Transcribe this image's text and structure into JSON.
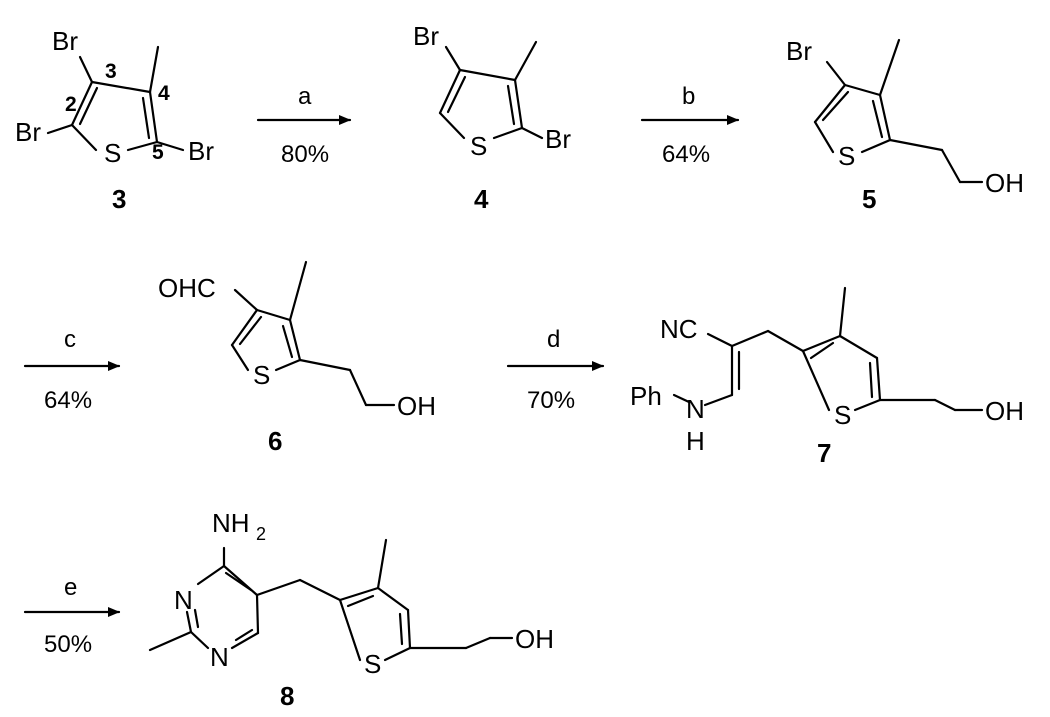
{
  "atoms": {
    "br": "Br",
    "s": "S",
    "oh": "OH",
    "ohc": "OHC",
    "nc": "NC",
    "ph": "Ph",
    "n": "N",
    "h": "H",
    "nh": "NH",
    "h2_sub": "2"
  },
  "ring_numbers": {
    "n2": "2",
    "n3": "3",
    "n4": "4",
    "n5": "5"
  },
  "compounds": {
    "c3": "3",
    "c4": "4",
    "c5": "5",
    "c6": "6",
    "c7": "7",
    "c8": "8"
  },
  "steps": [
    {
      "letter": "a",
      "yield": "80%"
    },
    {
      "letter": "b",
      "yield": "64%"
    },
    {
      "letter": "c",
      "yield": "64%"
    },
    {
      "letter": "d",
      "yield": "70%"
    },
    {
      "letter": "e",
      "yield": "50%"
    }
  ]
}
